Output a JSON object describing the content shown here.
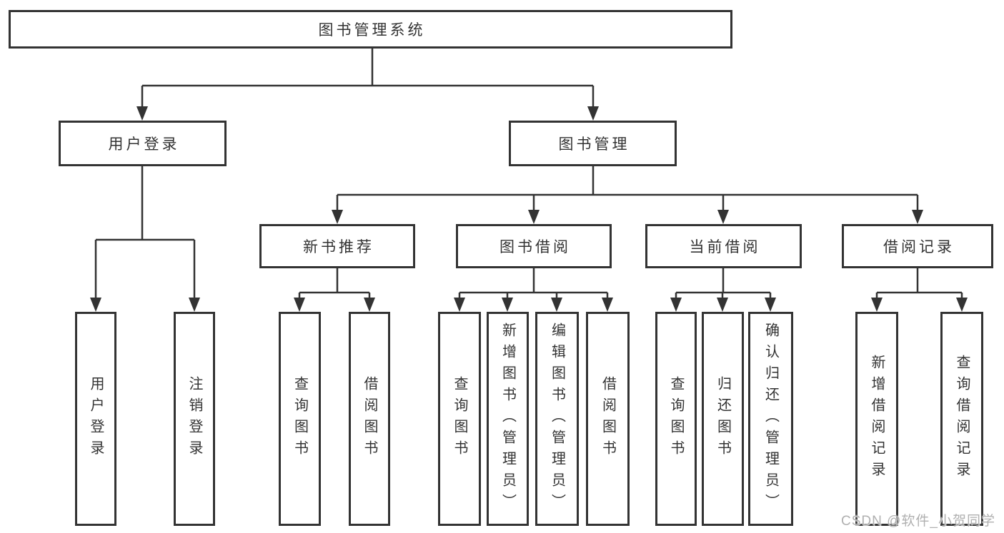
{
  "tree": {
    "label": "图书管理系统",
    "children": [
      {
        "label": "用户登录",
        "children": [
          {
            "label": "用户登录"
          },
          {
            "label": "注销登录"
          }
        ]
      },
      {
        "label": "图书管理",
        "children": [
          {
            "label": "新书推荐",
            "children": [
              {
                "label": "查询图书"
              },
              {
                "label": "借阅图书"
              }
            ]
          },
          {
            "label": "图书借阅",
            "children": [
              {
                "label": "查询图书"
              },
              {
                "label": "新增图书（管理员）"
              },
              {
                "label": "编辑图书（管理员）"
              },
              {
                "label": "借阅图书"
              }
            ]
          },
          {
            "label": "当前借阅",
            "children": [
              {
                "label": "查询图书"
              },
              {
                "label": "归还图书"
              },
              {
                "label": "确认归还（管理员）"
              }
            ]
          },
          {
            "label": "借阅记录",
            "children": [
              {
                "label": "新增借阅记录"
              },
              {
                "label": "查询借阅记录"
              }
            ]
          }
        ]
      }
    ]
  },
  "watermark": "CSDN @软件_小贺同学",
  "colors": {
    "line": "#333333",
    "box_background": "#ffffff",
    "text": "#333333",
    "watermark": "#b0b0b0"
  }
}
